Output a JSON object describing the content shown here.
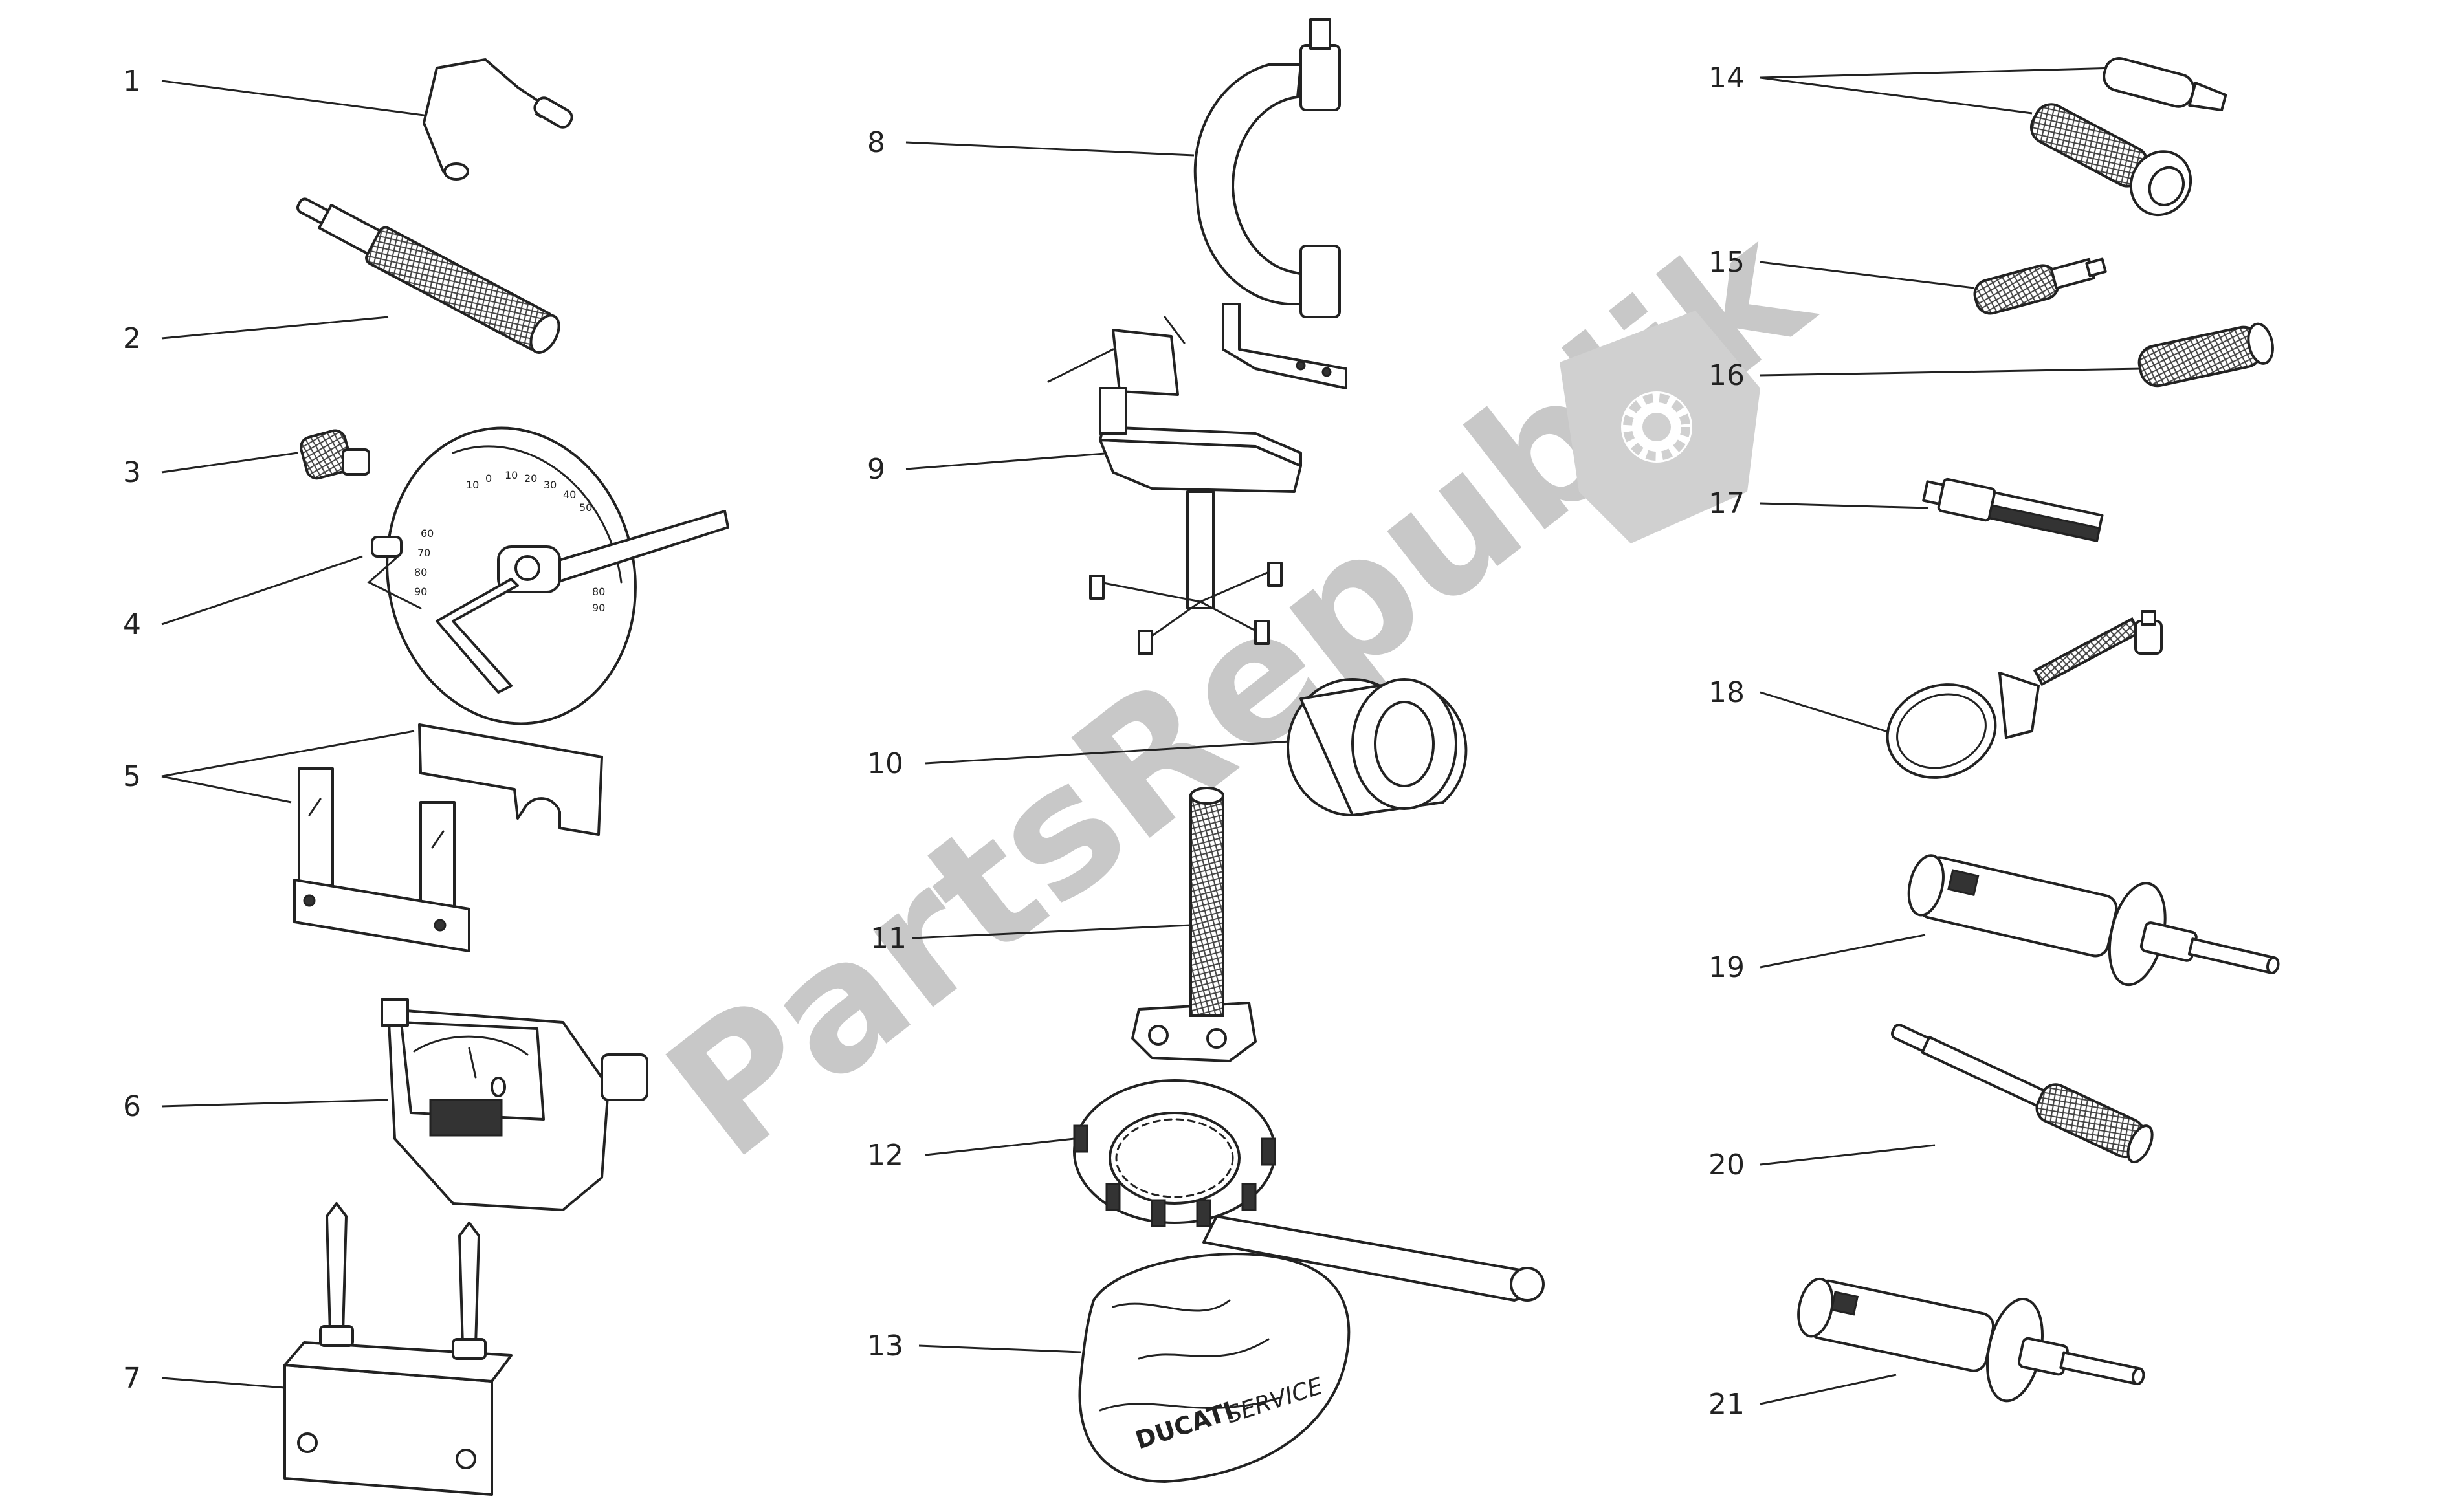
{
  "diagram": {
    "callouts": [
      {
        "id": "1",
        "label": "1"
      },
      {
        "id": "2",
        "label": "2"
      },
      {
        "id": "3",
        "label": "3"
      },
      {
        "id": "4",
        "label": "4"
      },
      {
        "id": "5",
        "label": "5"
      },
      {
        "id": "6",
        "label": "6"
      },
      {
        "id": "7",
        "label": "7"
      },
      {
        "id": "8",
        "label": "8"
      },
      {
        "id": "9",
        "label": "9"
      },
      {
        "id": "10",
        "label": "10"
      },
      {
        "id": "11",
        "label": "11"
      },
      {
        "id": "12",
        "label": "12"
      },
      {
        "id": "13",
        "label": "13"
      },
      {
        "id": "14",
        "label": "14"
      },
      {
        "id": "15",
        "label": "15"
      },
      {
        "id": "16",
        "label": "16"
      },
      {
        "id": "17",
        "label": "17"
      },
      {
        "id": "18",
        "label": "18"
      },
      {
        "id": "19",
        "label": "19"
      },
      {
        "id": "20",
        "label": "20"
      },
      {
        "id": "21",
        "label": "21"
      }
    ],
    "cover_brand": "DUCATI",
    "cover_text": "SERVICE",
    "dial_marks": [
      "10",
      "0",
      "10",
      "20",
      "30",
      "40",
      "50",
      "60",
      "70",
      "80",
      "90",
      "80",
      "90"
    ]
  },
  "watermark": {
    "text": "PartsRepublik"
  }
}
